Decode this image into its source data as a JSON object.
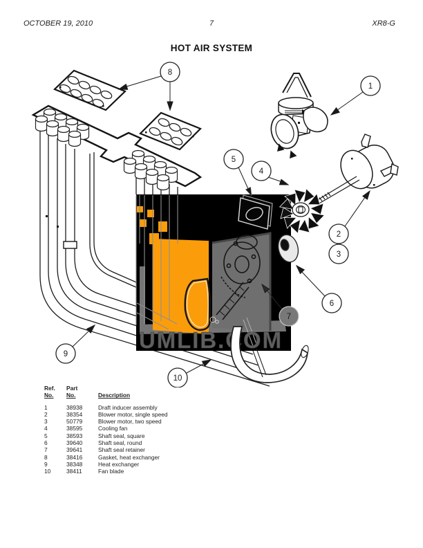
{
  "header": {
    "date": "OCTOBER 19, 2010",
    "page_number": "7",
    "model": "XR8-G"
  },
  "title": "HOT AIR SYSTEM",
  "watermark": "UMLIB.COM",
  "callouts": {
    "c1": "1",
    "c2": "2",
    "c3": "3",
    "c4": "4",
    "c5": "5",
    "c6": "6",
    "c7": "7",
    "c8": "8",
    "c9": "9",
    "c10": "10"
  },
  "parts_table": {
    "col_ref_line1": "Ref.",
    "col_ref_line2": "No.",
    "col_part_line1": "Part",
    "col_part_line2": "No.",
    "col_desc": "Description",
    "rows": [
      {
        "ref": "1",
        "part": "38938",
        "desc": "Draft inducer assembly"
      },
      {
        "ref": "2",
        "part": "38354",
        "desc": "Blower motor, single speed"
      },
      {
        "ref": "3",
        "part": "50779",
        "desc": "Blower motor, two speed"
      },
      {
        "ref": "4",
        "part": "38595",
        "desc": "Cooling fan"
      },
      {
        "ref": "5",
        "part": "38593",
        "desc": "Shaft seal, square"
      },
      {
        "ref": "6",
        "part": "39640",
        "desc": "Shaft seal, round"
      },
      {
        "ref": "7",
        "part": "39641",
        "desc": "Shaft seal retainer"
      },
      {
        "ref": "8",
        "part": "38416",
        "desc": "Gasket, heat exchanger"
      },
      {
        "ref": "9",
        "part": "38348",
        "desc": "Heat exchanger"
      },
      {
        "ref": "10",
        "part": "38411",
        "desc": "Fan blade"
      }
    ]
  },
  "colors": {
    "line": "#1A1A1A",
    "watermark_block": "#000000",
    "watermark_text_gray": "#5F5F5F",
    "panel_orange": "#FB9D0A",
    "panel_gray": "#6F6F6F"
  }
}
